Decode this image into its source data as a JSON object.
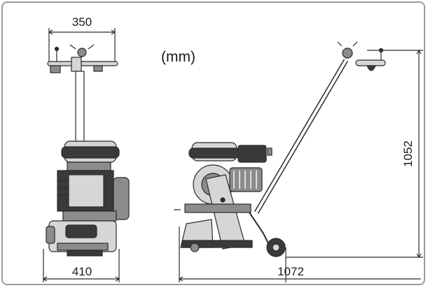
{
  "unit_label": "(mm)",
  "dimensions": {
    "front_width": "350",
    "front_base_width": "410",
    "side_length": "1072",
    "side_height": "1052"
  },
  "colors": {
    "line": "#2a2a2a",
    "dark_fill": "#3a3a3a",
    "mid_fill": "#8c8c8c",
    "light_fill": "#d6d6d6",
    "frame": "#9a9a9a"
  }
}
